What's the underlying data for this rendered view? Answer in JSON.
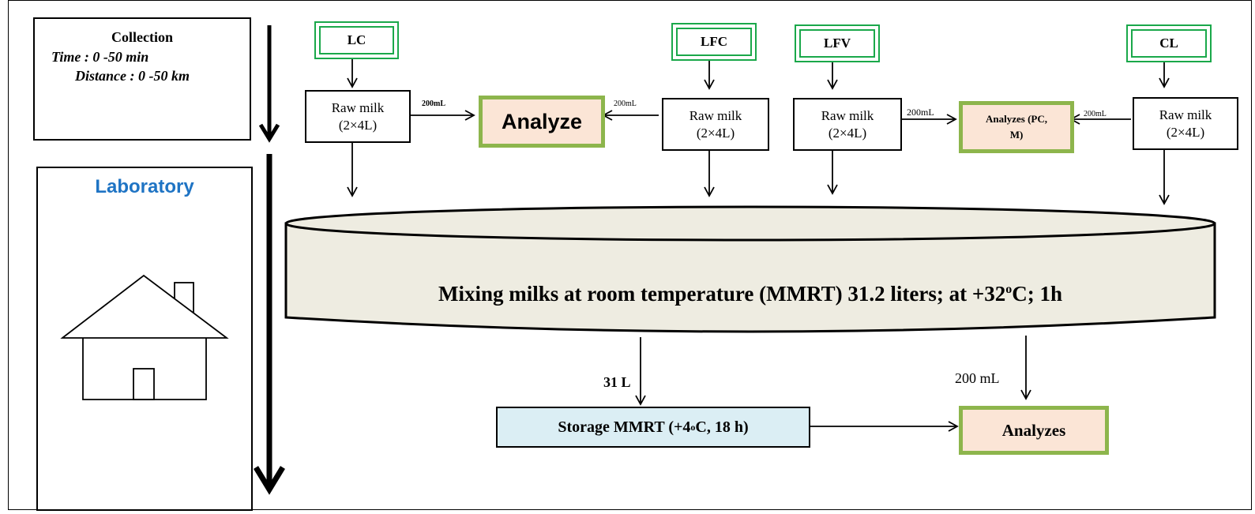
{
  "collection": {
    "title": "Collection",
    "time": "Time : 0 -50 min",
    "distance": "Distance : 0 -50 km"
  },
  "laboratory": {
    "title": "Laboratory",
    "icon": "house-icon"
  },
  "sources": [
    "LC",
    "LFC",
    "LFV",
    "CL"
  ],
  "raw_milk": {
    "line1": "Raw milk",
    "line2": "(2×4L)"
  },
  "sample_labels": {
    "lc": "200mL",
    "lfc": "200mL",
    "lfv": "200mL",
    "cl": "200mL"
  },
  "analyze_box": "Analyze",
  "analyzes_pcm": {
    "line1": "Analyzes (PC,",
    "line2": "M)"
  },
  "mixing": {
    "text_before": "Mixing milks at room temperature (MMRT) 31.2 liters; at +32",
    "sup": "o",
    "text_after": "C; 1h"
  },
  "storage": {
    "text_before": "Storage MMRT (+4",
    "sup": "o",
    "text_after": "C, 18 h)"
  },
  "volume_31": "31 L",
  "volume_200": "200 mL",
  "analyzes_final": "Analyzes",
  "colors": {
    "source_border": "#1aa84a",
    "analyze_border": "#8db54c",
    "analyze_fill": "#fbe5d6",
    "mixing_fill": "#eeece1",
    "storage_fill": "#dbeef4",
    "lab_title": "#1f74c4"
  }
}
